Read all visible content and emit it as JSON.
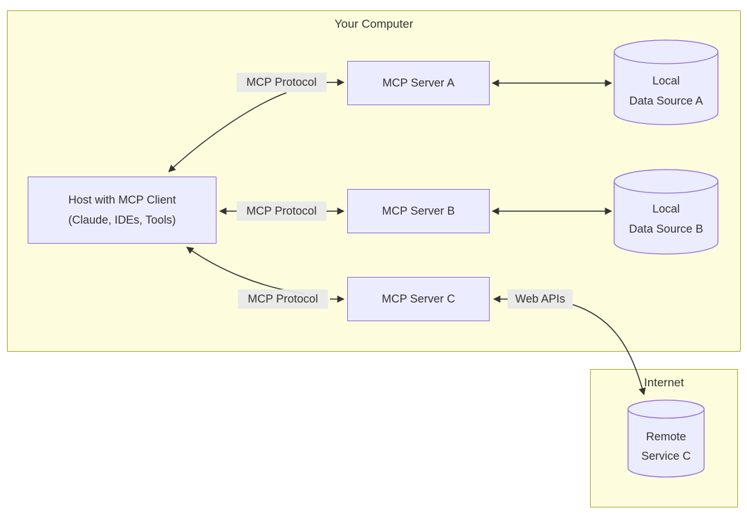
{
  "clusters": {
    "your_computer": "Your Computer",
    "internet": "Internet"
  },
  "nodes": {
    "host": {
      "line1": "Host with MCP Client",
      "line2": "(Claude, IDEs, Tools)"
    },
    "server_a": "MCP Server A",
    "server_b": "MCP Server B",
    "server_c": "MCP Server C",
    "source_a": {
      "line1": "Local",
      "line2": "Data Source A"
    },
    "source_b": {
      "line1": "Local",
      "line2": "Data Source B"
    },
    "remote_c": {
      "line1": "Remote",
      "line2": "Service C"
    }
  },
  "edge_labels": {
    "protocol_a": "MCP Protocol",
    "protocol_b": "MCP Protocol",
    "protocol_c": "MCP Protocol",
    "web_apis": "Web APIs"
  },
  "colors": {
    "cluster_fill": "#fdfdde",
    "cluster_border": "#aaaa33",
    "node_fill": "#ececff",
    "node_border": "#9370db",
    "edge": "#333333",
    "edge_label_bg": "#e8e8e8",
    "text": "#333333"
  }
}
